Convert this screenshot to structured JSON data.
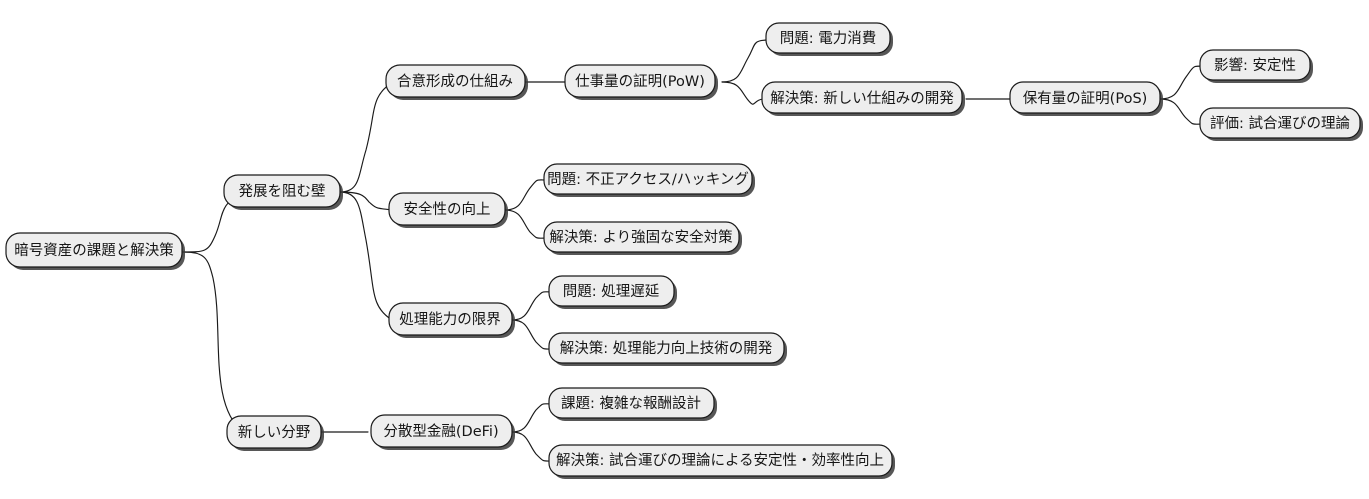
{
  "diagram": {
    "type": "mindmap",
    "title": "暗号資産の課題と解決策",
    "orientation": "left-to-right",
    "colors": {
      "node_fill": "#eeeeee",
      "node_stroke": "#1a1a1a",
      "edge_stroke": "#1a1a1a",
      "shadow": "#3a3a3a",
      "background": "#ffffff",
      "text": "#161616"
    }
  },
  "nodes": {
    "root": {
      "label": "暗号資産の課題と解決策"
    },
    "barriers": {
      "label": "発展を阻む壁"
    },
    "new_fields": {
      "label": "新しい分野"
    },
    "consensus": {
      "label": "合意形成の仕組み"
    },
    "security": {
      "label": "安全性の向上"
    },
    "throughput": {
      "label": "処理能力の限界"
    },
    "defi": {
      "label": "分散型金融(DeFi)"
    },
    "pow": {
      "label": "仕事量の証明(PoW)"
    },
    "pow_problem": {
      "label": "問題: 電力消費"
    },
    "pow_solution": {
      "label": "解決策: 新しい仕組みの開発"
    },
    "pos": {
      "label": "保有量の証明(PoS)"
    },
    "pos_impact": {
      "label": "影響: 安定性"
    },
    "pos_eval": {
      "label": "評価: 試合運びの理論"
    },
    "sec_problem": {
      "label": "問題: 不正アクセス/ハッキング"
    },
    "sec_solution": {
      "label": "解決策: より強固な安全対策"
    },
    "thr_problem": {
      "label": "問題: 処理遅延"
    },
    "thr_solution": {
      "label": "解決策: 処理能力向上技術の開発"
    },
    "defi_problem": {
      "label": "課題: 複雑な報酬設計"
    },
    "defi_solution": {
      "label": "解決策: 試合運びの理論による安定性・効率性向上"
    }
  },
  "edges": [
    {
      "from": "root",
      "to": "barriers"
    },
    {
      "from": "root",
      "to": "new_fields"
    },
    {
      "from": "barriers",
      "to": "consensus"
    },
    {
      "from": "barriers",
      "to": "security"
    },
    {
      "from": "barriers",
      "to": "throughput"
    },
    {
      "from": "new_fields",
      "to": "defi"
    },
    {
      "from": "consensus",
      "to": "pow"
    },
    {
      "from": "pow",
      "to": "pow_problem"
    },
    {
      "from": "pow",
      "to": "pow_solution"
    },
    {
      "from": "pow_solution",
      "to": "pos"
    },
    {
      "from": "pos",
      "to": "pos_impact"
    },
    {
      "from": "pos",
      "to": "pos_eval"
    },
    {
      "from": "security",
      "to": "sec_problem"
    },
    {
      "from": "security",
      "to": "sec_solution"
    },
    {
      "from": "throughput",
      "to": "thr_problem"
    },
    {
      "from": "throughput",
      "to": "thr_solution"
    },
    {
      "from": "defi",
      "to": "defi_problem"
    },
    {
      "from": "defi",
      "to": "defi_solution"
    }
  ]
}
